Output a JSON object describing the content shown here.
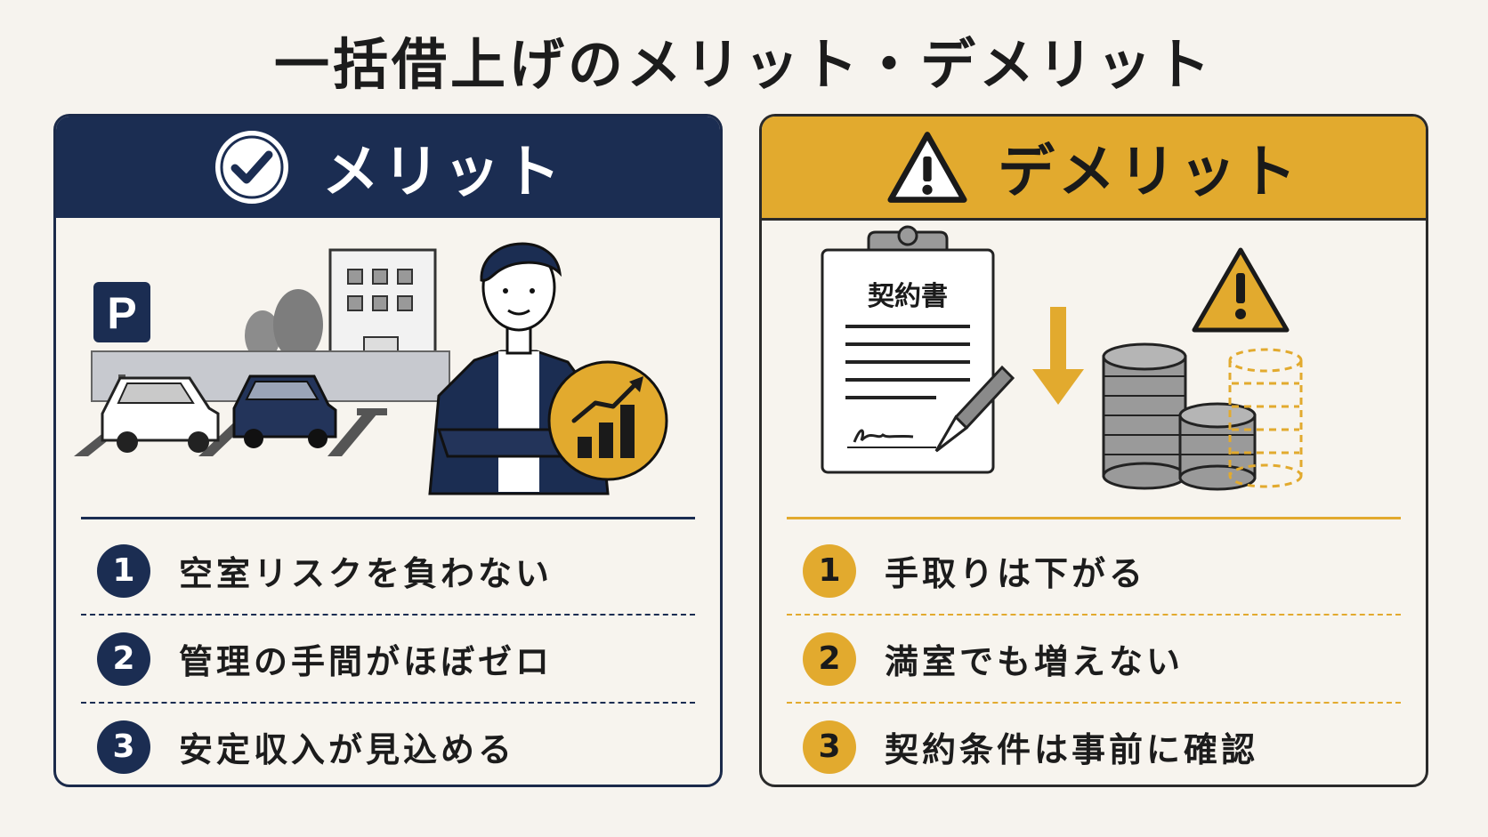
{
  "title": "一括借上げのメリット・デメリット",
  "merit": {
    "header": "メリット",
    "icon": "check-circle-icon",
    "color": "#1b2d52",
    "items": [
      {
        "num": "1",
        "text": "空室リスクを負わない"
      },
      {
        "num": "2",
        "text": "管理の手間がほぼゼロ"
      },
      {
        "num": "3",
        "text": "安定収入が見込める"
      }
    ],
    "illustration": {
      "parking_sign": "P"
    }
  },
  "demerit": {
    "header": "デメリット",
    "icon": "warning-triangle-icon",
    "color": "#e2aa2e",
    "items": [
      {
        "num": "1",
        "text": "手取りは下がる"
      },
      {
        "num": "2",
        "text": "満室でも増えない"
      },
      {
        "num": "3",
        "text": "契約条件は事前に確認"
      }
    ],
    "illustration": {
      "contract_label": "契約書"
    }
  }
}
